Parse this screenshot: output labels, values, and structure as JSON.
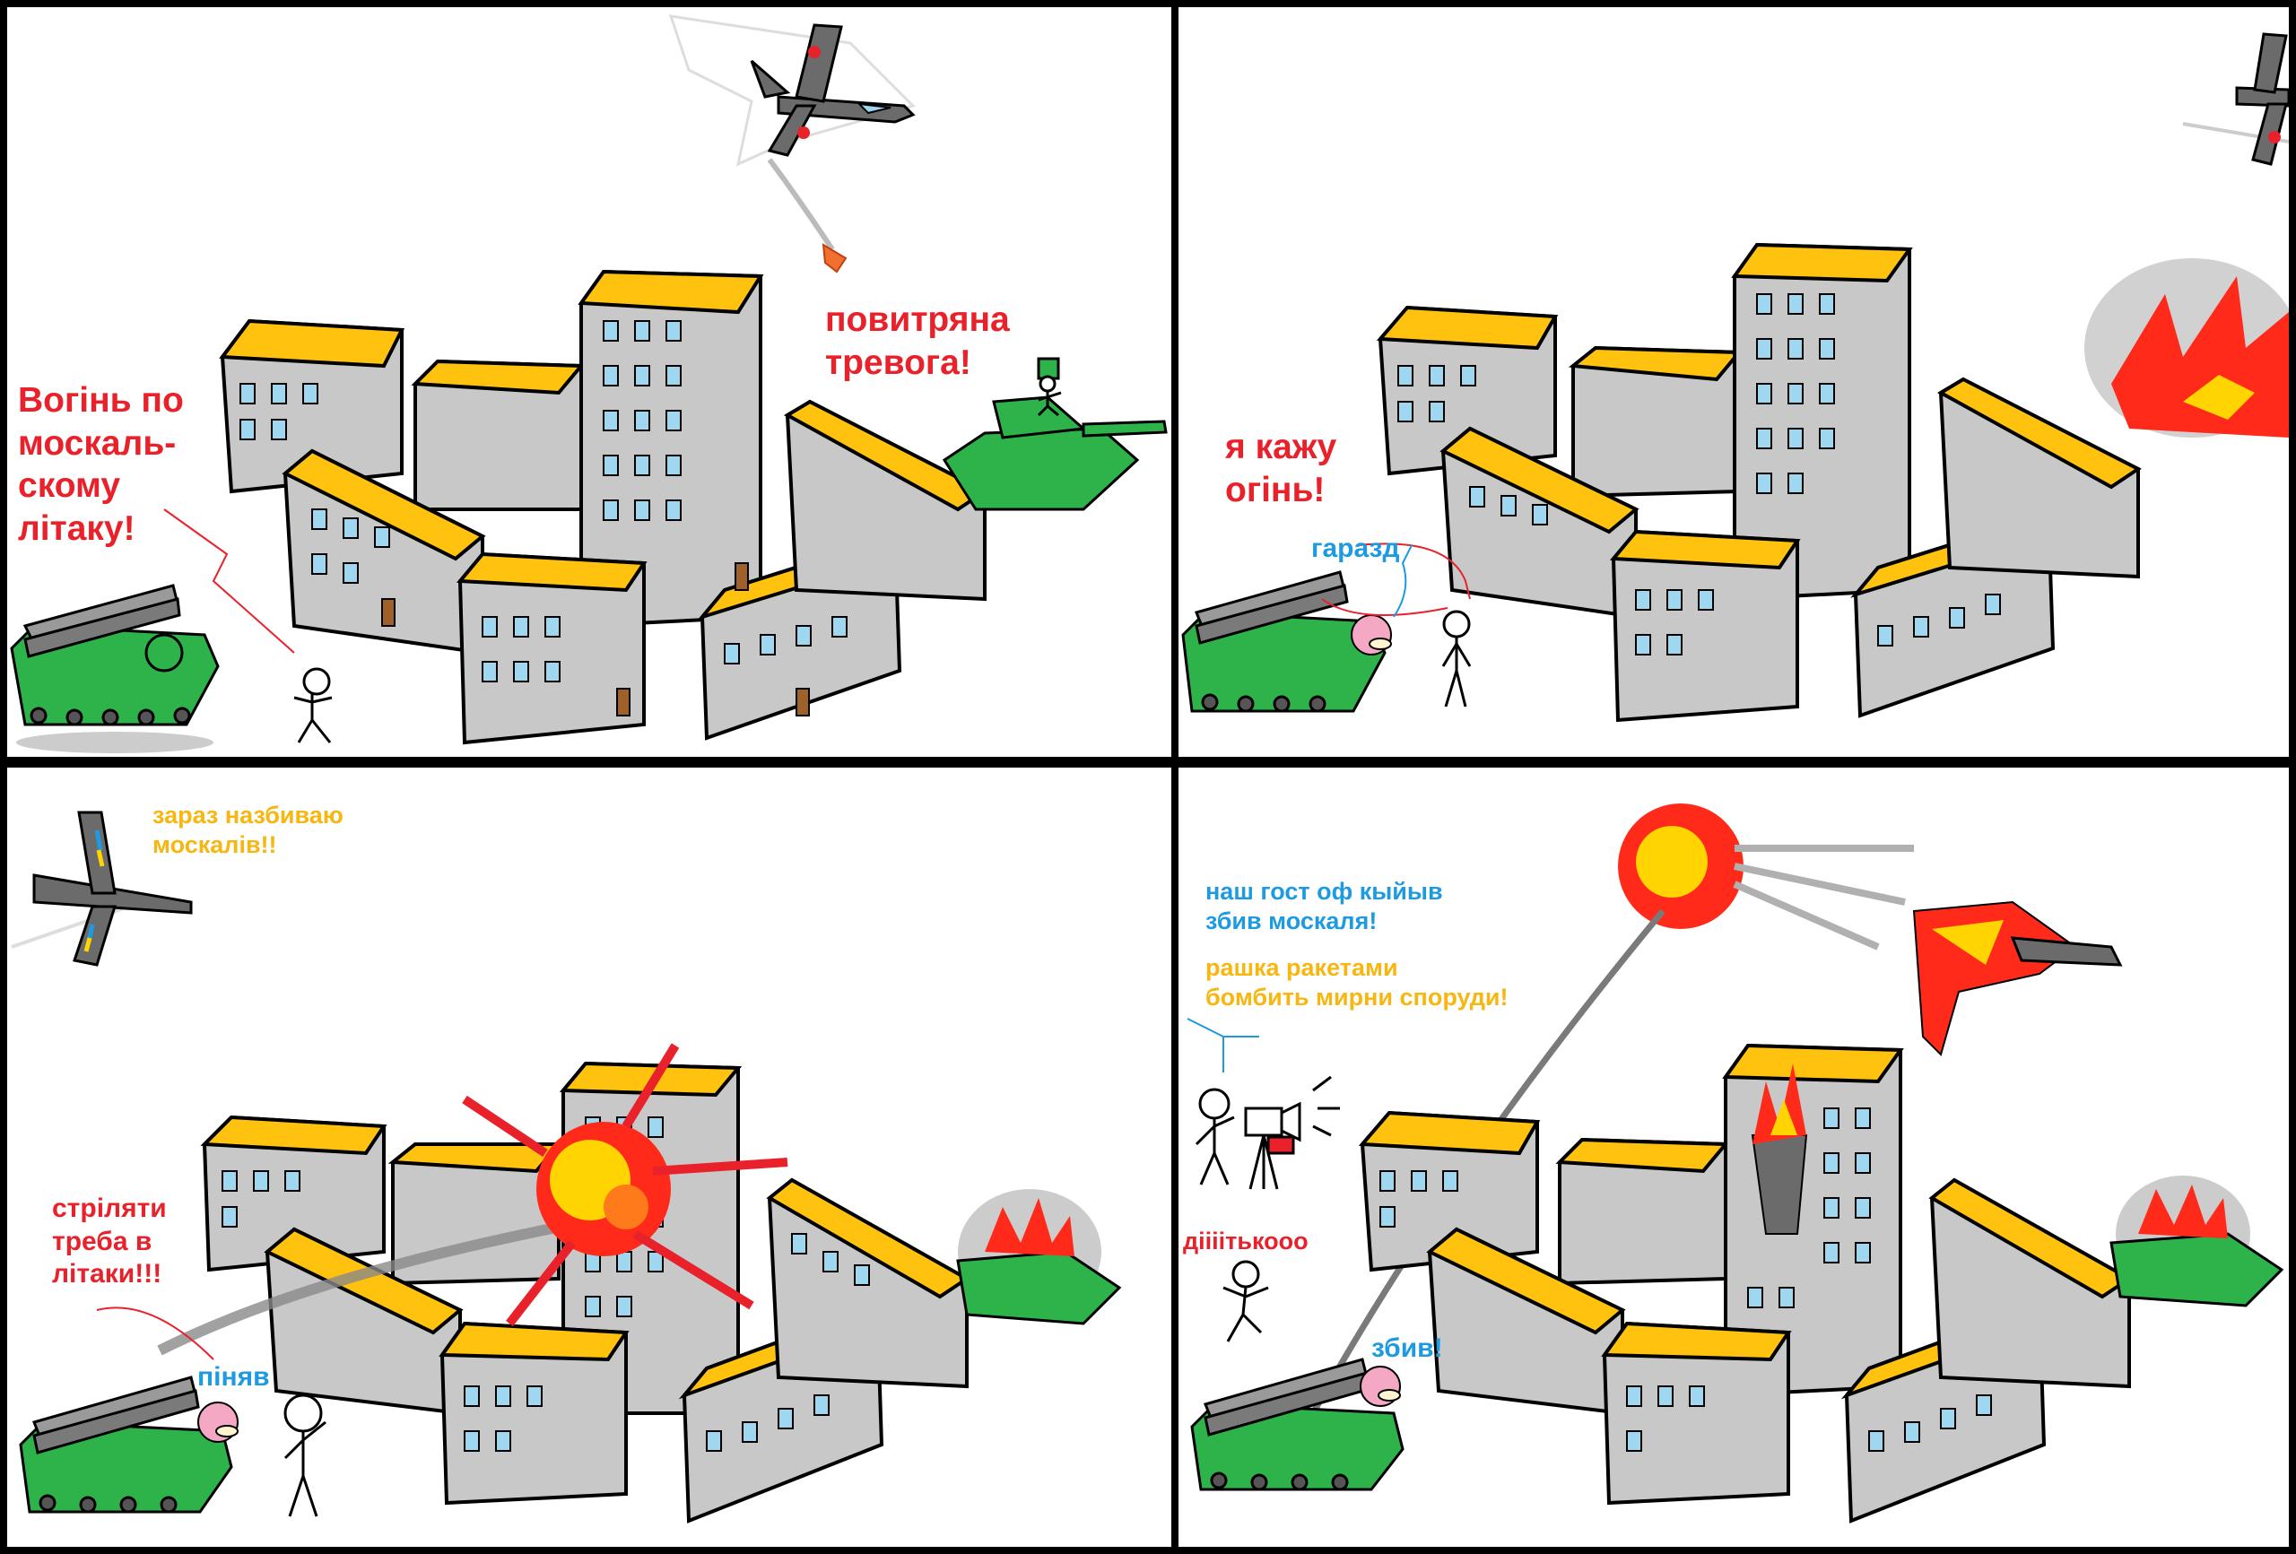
{
  "colors": {
    "border": "#000000",
    "panel_bg": "#ffffff",
    "building_wall": "#c8c8c8",
    "building_roof": "#ffc20e",
    "window": "#9fd6f0",
    "door": "#a0602a",
    "tank_green": "#2db34a",
    "speech_red": "#e8212b",
    "speech_blue": "#1e9be0",
    "speech_yellow": "#f7b710",
    "explosion_red": "#ff2a1a",
    "explosion_yellow": "#ffd400",
    "smoke": "#9a9a9a"
  },
  "panels": [
    {
      "texts": {
        "alarm": "повитряна\nтревога!",
        "fire_order": "Вогінь по\nмоскаль-\nскому\nлітаку!"
      },
      "icons": [
        "russian-jet-icon",
        "bomb-icon",
        "buk-launcher-icon",
        "green-tank-icon",
        "stick-figure-icon",
        "buildings-icon"
      ]
    },
    {
      "texts": {
        "say_fire": "я кажу\nогінь!",
        "ok": "гаразд"
      },
      "icons": [
        "russian-jet-icon",
        "explosion-icon",
        "buk-launcher-icon",
        "slowpoke-icon",
        "stick-figure-icon",
        "buildings-icon"
      ]
    },
    {
      "texts": {
        "shoot_planes": "стріляти\nтреба в\nлітаки!!!",
        "ukr_jet": "зараз назбиваю\nмоскалів!!",
        "fired": "піняв"
      },
      "icons": [
        "ukrainian-jet-icon",
        "explosion-icon",
        "buk-launcher-icon",
        "slowpoke-icon",
        "stick-figure-icon",
        "burning-tank-icon"
      ]
    },
    {
      "texts": {
        "news_blue": "наш гост оф кыйыв\nзбив москаля!",
        "news_yellow": "рашка ракетами\nбомбить мирни споруди!",
        "cry": "діііітькооо",
        "shot_down": "збив!"
      },
      "icons": [
        "explosion-icon",
        "falling-jet-icon",
        "camera-crew-icon",
        "buk-launcher-icon",
        "slowpoke-icon",
        "burning-building-icon",
        "burning-tank-icon"
      ]
    }
  ]
}
